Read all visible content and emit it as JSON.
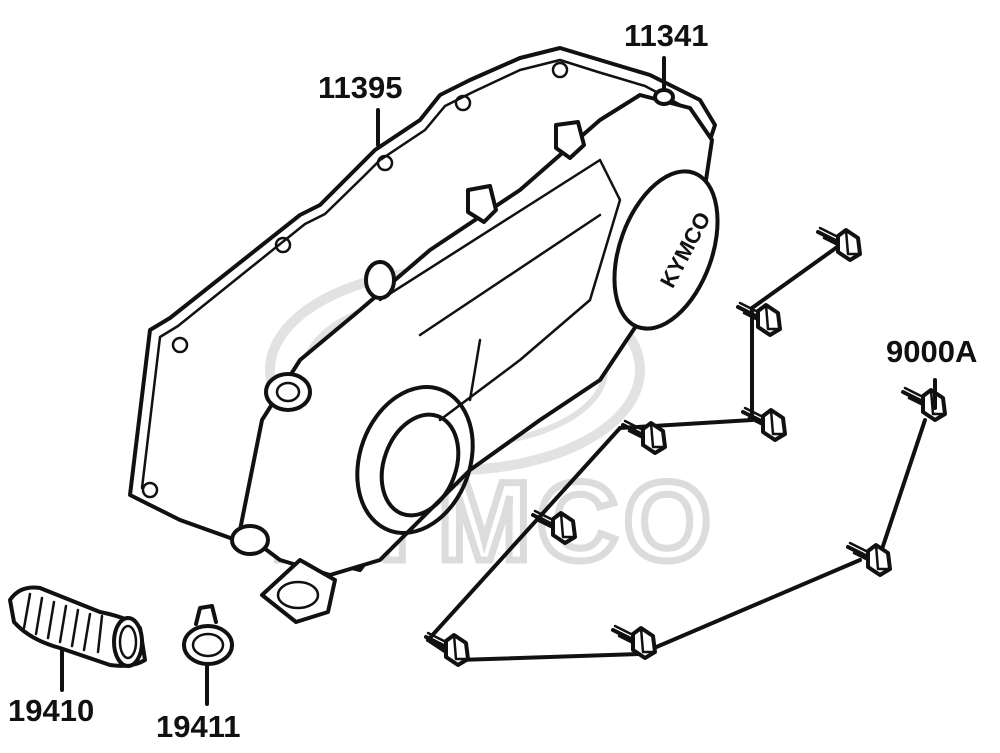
{
  "watermark": {
    "brand": "KYMCO"
  },
  "cover_logo": "KYMCO",
  "parts": [
    {
      "id": "cover-gasket",
      "number": "11395"
    },
    {
      "id": "cover-pin",
      "number": "11341"
    },
    {
      "id": "bolt-set",
      "number": "9000A"
    },
    {
      "id": "air-duct",
      "number": "19410"
    },
    {
      "id": "hose-clamp",
      "number": "19411"
    }
  ],
  "colors": {
    "line": "#111111",
    "background": "#ffffff",
    "watermark": "#dcdcdc"
  }
}
